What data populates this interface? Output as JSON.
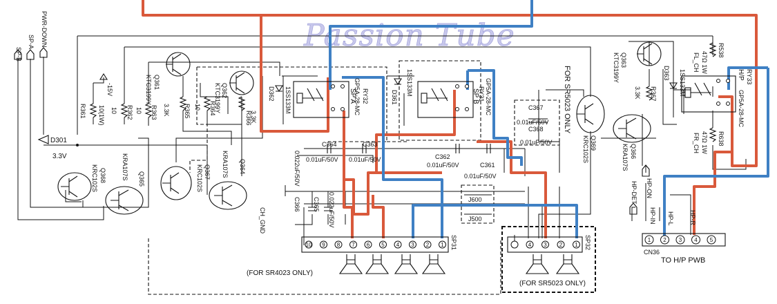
{
  "watermark": "Passion Tube",
  "colors": {
    "speaker_a_path": "#d9593b",
    "speaker_b_path": "#3f80c4",
    "watermark": "#c8c8ec"
  },
  "inputs": {
    "sp_b": "SP-B",
    "sp_a": "SP-A",
    "pwr_down": "PWR-DOWN"
  },
  "diodes": {
    "d301": "D301",
    "d301_value": "3.3V",
    "d362": "D362",
    "d362_part": "1SS133M",
    "d361": "D361",
    "d361_part": "1SS133M",
    "d363": "D363",
    "d363_part": "1SS133M"
  },
  "supply": {
    "neg15": "-15V"
  },
  "resistors": {
    "r361": "R361",
    "r361_value": "10(1W)",
    "r362": "R362",
    "r362_value": "10",
    "r363": "R363",
    "r363_value": "10",
    "r364": "R364",
    "r364_value": "10",
    "r365": "R365",
    "r365_value": "3.3K",
    "r366": "R366",
    "r366_value": "3.3K",
    "r367": "R367",
    "r367_value": "3.3K",
    "r538": "R538",
    "r538_value": "47Ω 1W",
    "r538_ch": "FL_CH",
    "r638": "R638",
    "r638_value": "47Ω 1W",
    "r638_ch": "FR_CH"
  },
  "transistors": {
    "q361": "Q361",
    "q361_part": "KTC3199Y",
    "q362": "Q362",
    "q362_part": "KTC3199Y",
    "q363": "Q363",
    "q363_part": "KTC3199Y",
    "q364": "Q364",
    "q364_part": "KRA107S",
    "q365": "Q365",
    "q365_part": "KRA107S",
    "q366": "Q366",
    "q366_part": "KRA107S",
    "q367": "Q367",
    "q367_part": "KRC102S",
    "q368": "Q368",
    "q368_part": "KRC102S",
    "q369": "Q369",
    "q369_part": "KRC102S"
  },
  "relays": {
    "ry32": "RY32",
    "ry32_part": "GP5A-28-MC",
    "ry32_func": "SP A",
    "ry31": "RY31",
    "ry31_part": "GP5A-28-MC",
    "ry31_func": "SP B",
    "ry33": "RY33",
    "ry33_part": "GP5A-28-MC",
    "ry33_func": "H/P"
  },
  "capacitors": {
    "c364": "C364",
    "c364_value": "0.01uF/50V",
    "c363": "C363",
    "c363_value": "0.01uF/50V",
    "c362": "C362",
    "c362_value": "0.01uF/50V",
    "c361": "C361",
    "c361_value": "0.01uF/50V",
    "c367": "C367",
    "c367_value": "0.01uF/50V",
    "c368": "C368",
    "c368_value": "0.01uF/50V",
    "c366": "C366",
    "c366_value": "0.022uF/50V",
    "c365": "C365",
    "c365_value": "0.022uF/50V"
  },
  "notes": {
    "for_sr5023_only": "FOR SR5023 ONLY",
    "for_sr4023_only": "(FOR SR4023 ONLY)",
    "for_sr5023_only_paren": "(FOR SR5023 ONLY)",
    "ch_gnd": "CH_GND"
  },
  "jumpers": {
    "j600": "J600",
    "j500": "J500"
  },
  "connectors": {
    "sp31": "SP31",
    "sp31_pins": [
      "10",
      "9",
      "8",
      "7",
      "6",
      "5",
      "4",
      "3",
      "2",
      "1"
    ],
    "sp32": "SP32",
    "sp32_pins": [
      "4",
      "3",
      "2",
      "1"
    ],
    "cn36": "CN36",
    "cn36_pins": [
      "1",
      "2",
      "3",
      "4",
      "5"
    ],
    "cn36_signals": [
      "HP-IN",
      "HP-L",
      "HP-R"
    ],
    "hp_det": "HP-DET",
    "hp_on": "HP-ON",
    "to_hp_pwb": "TO H/P PWB"
  }
}
